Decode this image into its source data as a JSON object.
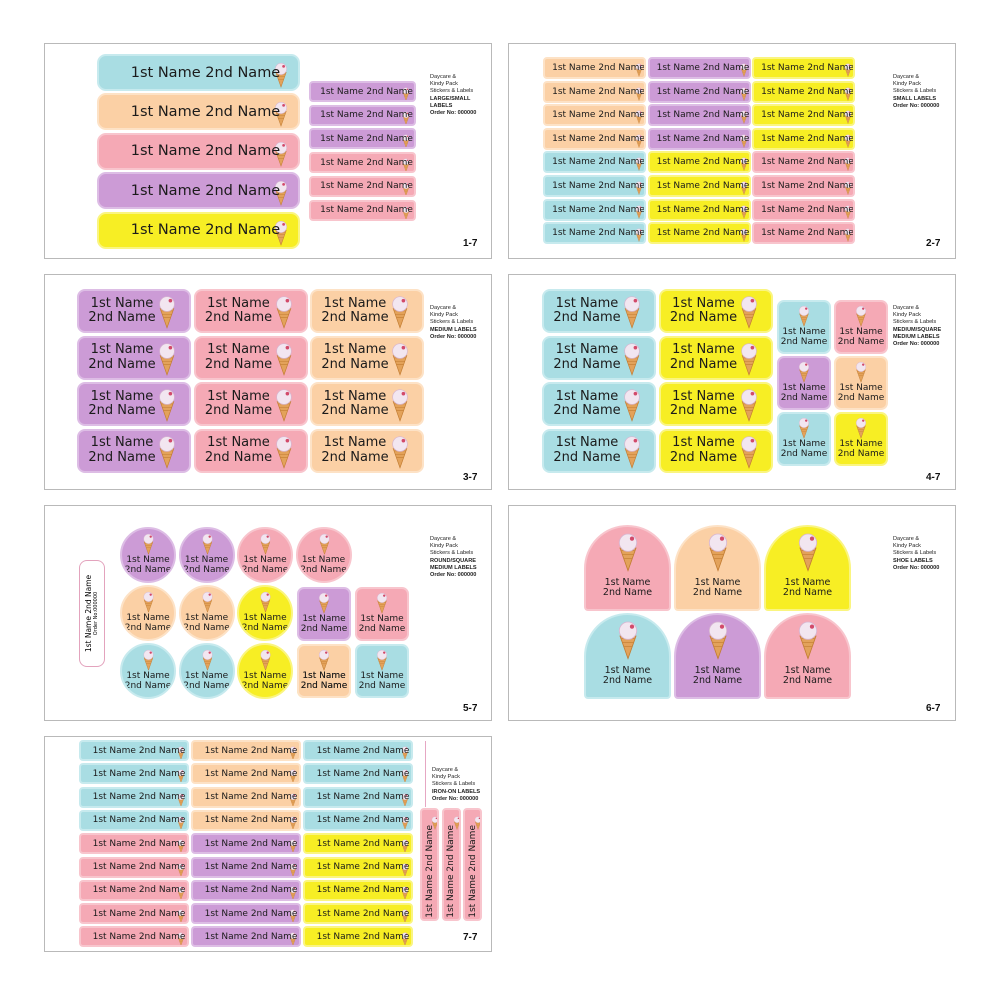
{
  "sheets": [
    {
      "id": "1-7",
      "page": "1-7",
      "info": [
        "Daycare &",
        "Kindy Pack",
        "Stickers & Labels",
        "LARGE/SMALL",
        "LABELS",
        "Order No: 000000"
      ],
      "boldFrom": 3
    },
    {
      "id": "2-7",
      "page": "2-7",
      "info": [
        "Daycare &",
        "Kindy Pack",
        "Stickers & Labels",
        "SMALL LABELS",
        "Order No: 000000"
      ],
      "boldFrom": 3
    },
    {
      "id": "3-7",
      "page": "3-7",
      "info": [
        "Daycare &",
        "Kindy Pack",
        "Stickers & Labels",
        "MEDIUM LABELS",
        "Order No: 000000"
      ],
      "boldFrom": 3
    },
    {
      "id": "4-7",
      "page": "4-7",
      "info": [
        "Daycare &",
        "Kindy Pack",
        "Stickers & Labels",
        "MEDIUM/SQUARE",
        "MEDIUM LABELS",
        "Order No: 000000"
      ],
      "boldFrom": 3
    },
    {
      "id": "5-7",
      "page": "5-7",
      "info": [
        "Daycare &",
        "Kindy Pack",
        "Stickers & Labels",
        "ROUND/SQUARE",
        "MEDIUM LABELS",
        "Order No: 000000"
      ],
      "boldFrom": 3
    },
    {
      "id": "6-7",
      "page": "6-7",
      "info": [
        "Daycare &",
        "Kindy Pack",
        "Stickers & Labels",
        "SHOE LABELS",
        "Order No: 000000"
      ],
      "boldFrom": 3
    },
    {
      "id": "7-7",
      "page": "7-7",
      "info": [
        "Daycare &",
        "Kindy Pack",
        "Stickers & Labels",
        "IRON-ON LABELS",
        "Order No: 000000"
      ],
      "boldFrom": 3
    }
  ],
  "label_text": {
    "one_line": "1st Name 2nd Name",
    "line1": "1st Name",
    "line2": "2nd Name"
  },
  "bag_tag": {
    "name": "1st Name 2nd Name",
    "order": "Order No:000000"
  },
  "colors": {
    "blue": "#a9dde3",
    "peach": "#fbd0a5",
    "pink": "#f5a9b5",
    "lilac": "#cc9bd6",
    "yellow": "#f7ee24",
    "cone": "#e3a25a",
    "sheet_border": "#b9b9b9"
  },
  "icon": "ice-cream-cone-icon"
}
